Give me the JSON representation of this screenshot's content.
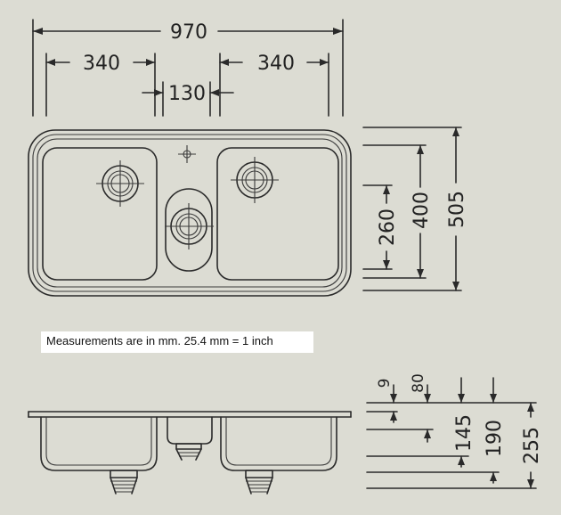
{
  "note": "Measurements are in mm. 25.4 mm = 1 inch",
  "top_view": {
    "overall_width": "970",
    "left_bowl_width": "340",
    "right_bowl_width": "340",
    "middle_gap": "130",
    "bowl_depth": "260",
    "inner_depth": "400",
    "overall_depth": "505"
  },
  "side_view": {
    "rim": "9",
    "top_height": "80",
    "h145": "145",
    "h190": "190",
    "h255": "255"
  }
}
